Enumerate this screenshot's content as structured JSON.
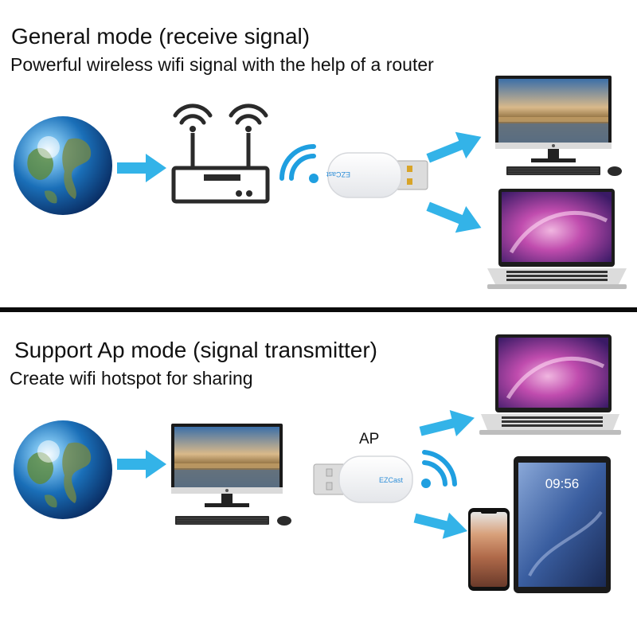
{
  "top_section": {
    "title": "General mode (receive signal)",
    "subtitle": "Powerful wireless wifi signal with the help of a router"
  },
  "bottom_section": {
    "title": "Support Ap mode (signal transmitter)",
    "subtitle": "Create wifi hotspot for sharing",
    "ap_label": "AP"
  },
  "dongle": {
    "brand_text": "EZCast"
  },
  "tablet": {
    "time": "09:56"
  },
  "colors": {
    "arrow": "#33b3e8",
    "wifi_blue": "#1f9fe0",
    "dark_divider": "#0b0b0b"
  },
  "icons": [
    "globe-icon",
    "router-icon",
    "wifi-icon",
    "usb-dongle-icon",
    "desktop-monitor-icon",
    "laptop-icon",
    "tablet-icon",
    "phone-icon",
    "arrow-icon"
  ]
}
